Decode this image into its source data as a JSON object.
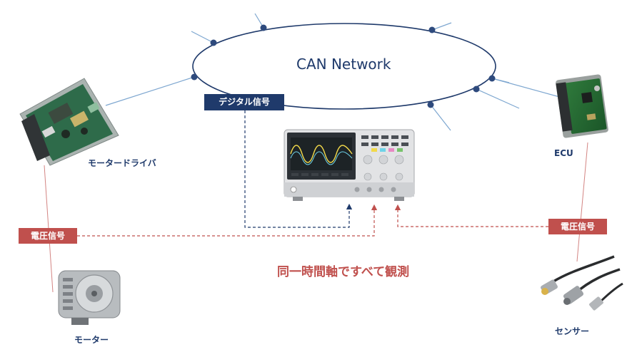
{
  "network": {
    "title": "CAN Network"
  },
  "devices": {
    "motor_driver": "モータードライバ",
    "ecu": "ECU",
    "motor": "モーター",
    "sensor": "センサー"
  },
  "tags": {
    "digital_signal": "デジタル信号",
    "voltage_signal_left": "電圧信号",
    "voltage_signal_right": "電圧信号"
  },
  "headline": "同一時間軸ですべて観測",
  "colors": {
    "navy": "#1f3a6b",
    "red": "#c0504d",
    "node": "#2e4a7d",
    "wire": "#7ea7d0"
  }
}
